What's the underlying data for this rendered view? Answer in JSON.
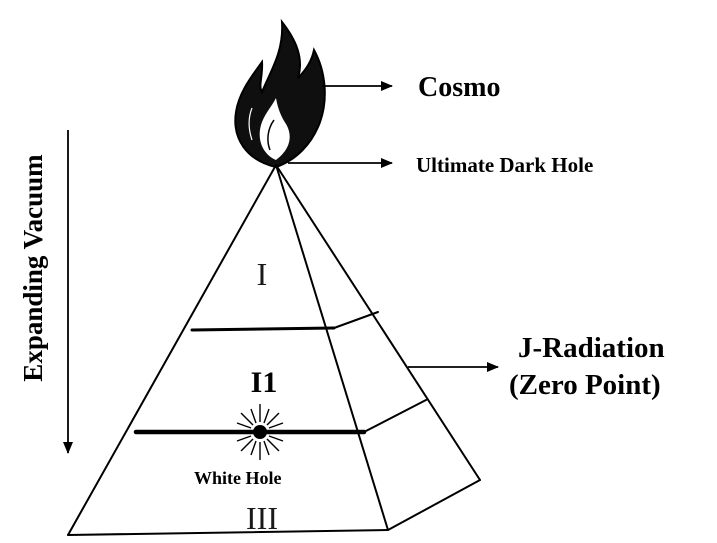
{
  "labels": {
    "cosmo": "Cosmo",
    "ultimate_dark_hole": "Ultimate Dark Hole",
    "expanding_vacuum": "Expanding Vacuum",
    "j_radiation_line1": "J-Radiation",
    "j_radiation_line2": "(Zero Point)",
    "white_hole": "White Hole"
  },
  "levels": {
    "top": "I",
    "middle": "I1",
    "bottom": "III"
  },
  "colors": {
    "ink": "#000000",
    "flame": "#111111",
    "background": "#ffffff"
  },
  "icons": {
    "flame": "flame-icon",
    "white_hole": "starburst-icon"
  }
}
